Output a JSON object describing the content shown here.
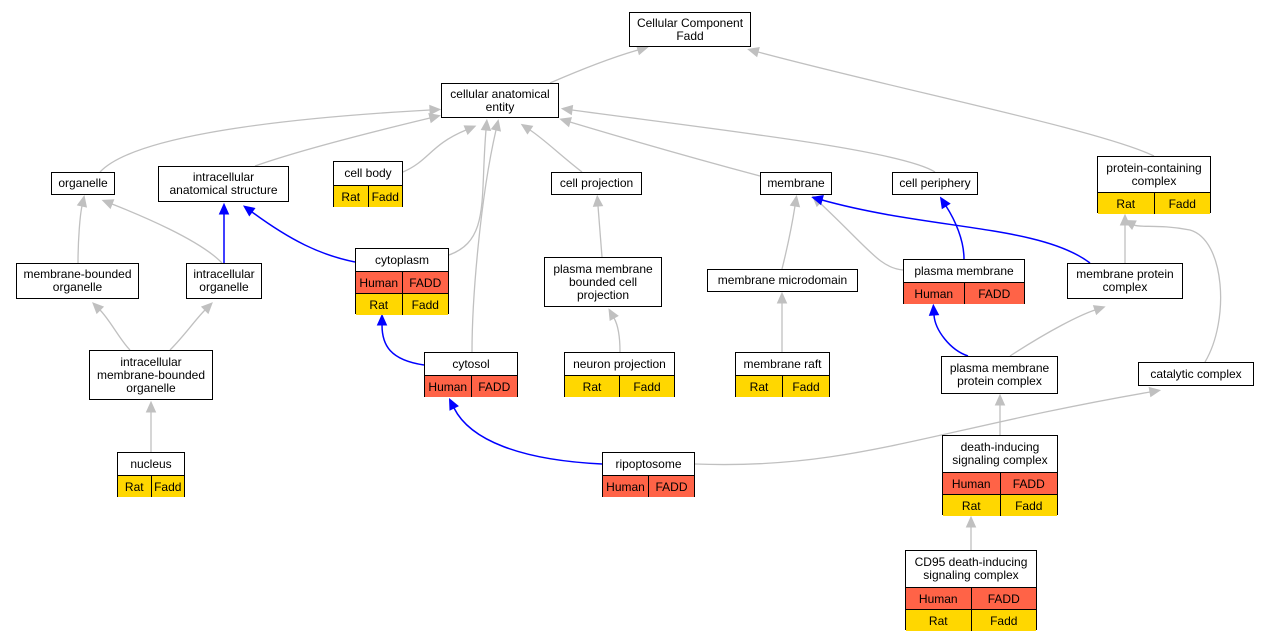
{
  "nodes": [
    {
      "id": "cc",
      "label": "Cellular Component\nFadd",
      "rows": []
    },
    {
      "id": "cae",
      "label": "cellular anatomical\nentity",
      "rows": []
    },
    {
      "id": "organelle",
      "label": "organelle",
      "rows": []
    },
    {
      "id": "ias",
      "label": "intracellular\nanatomical structure",
      "rows": []
    },
    {
      "id": "cellbody",
      "label": "cell body",
      "rows": [
        [
          {
            "text": "Rat",
            "kind": "rat"
          },
          {
            "text": "Fadd",
            "kind": "rat"
          }
        ]
      ]
    },
    {
      "id": "cellproj",
      "label": "cell projection",
      "rows": []
    },
    {
      "id": "membrane",
      "label": "membrane",
      "rows": []
    },
    {
      "id": "cellperiph",
      "label": "cell periphery",
      "rows": []
    },
    {
      "id": "pcc",
      "label": "protein-containing\ncomplex",
      "rows": [
        [
          {
            "text": "Rat",
            "kind": "rat"
          },
          {
            "text": "Fadd",
            "kind": "rat"
          }
        ]
      ]
    },
    {
      "id": "mbo",
      "label": "membrane-bounded\norganelle",
      "rows": []
    },
    {
      "id": "io",
      "label": "intracellular\norganelle",
      "rows": []
    },
    {
      "id": "cytoplasm",
      "label": "cytoplasm",
      "rows": [
        [
          {
            "text": "Human",
            "kind": "human"
          },
          {
            "text": "FADD",
            "kind": "human"
          }
        ],
        [
          {
            "text": "Rat",
            "kind": "rat"
          },
          {
            "text": "Fadd",
            "kind": "rat"
          }
        ]
      ]
    },
    {
      "id": "pmbcp",
      "label": "plasma membrane\nbounded cell\nprojection",
      "rows": []
    },
    {
      "id": "memmicro",
      "label": "membrane microdomain",
      "rows": []
    },
    {
      "id": "pm",
      "label": "plasma membrane",
      "rows": [
        [
          {
            "text": "Human",
            "kind": "human"
          },
          {
            "text": "FADD",
            "kind": "human"
          }
        ]
      ]
    },
    {
      "id": "mpc",
      "label": "membrane protein\ncomplex",
      "rows": []
    },
    {
      "id": "imbo",
      "label": "intracellular\nmembrane-bounded\norganelle",
      "rows": []
    },
    {
      "id": "cytosol",
      "label": "cytosol",
      "rows": [
        [
          {
            "text": "Human",
            "kind": "human"
          },
          {
            "text": "FADD",
            "kind": "human"
          }
        ]
      ]
    },
    {
      "id": "neuronproj",
      "label": "neuron projection",
      "rows": [
        [
          {
            "text": "Rat",
            "kind": "rat"
          },
          {
            "text": "Fadd",
            "kind": "rat"
          }
        ]
      ]
    },
    {
      "id": "memraft",
      "label": "membrane raft",
      "rows": [
        [
          {
            "text": "Rat",
            "kind": "rat"
          },
          {
            "text": "Fadd",
            "kind": "rat"
          }
        ]
      ]
    },
    {
      "id": "pmpc",
      "label": "plasma membrane\nprotein complex",
      "rows": []
    },
    {
      "id": "catcomp",
      "label": "catalytic complex",
      "rows": []
    },
    {
      "id": "nucleus",
      "label": "nucleus",
      "rows": [
        [
          {
            "text": "Rat",
            "kind": "rat"
          },
          {
            "text": "Fadd",
            "kind": "rat"
          }
        ]
      ]
    },
    {
      "id": "ripop",
      "label": "ripoptosome",
      "rows": [
        [
          {
            "text": "Human",
            "kind": "human"
          },
          {
            "text": "FADD",
            "kind": "human"
          }
        ]
      ]
    },
    {
      "id": "disc",
      "label": "death-inducing\nsignaling complex",
      "rows": [
        [
          {
            "text": "Human",
            "kind": "human"
          },
          {
            "text": "FADD",
            "kind": "human"
          }
        ],
        [
          {
            "text": "Rat",
            "kind": "rat"
          },
          {
            "text": "Fadd",
            "kind": "rat"
          }
        ]
      ]
    },
    {
      "id": "cd95",
      "label": "CD95 death-inducing\nsignaling complex",
      "rows": [
        [
          {
            "text": "Human",
            "kind": "human"
          },
          {
            "text": "FADD",
            "kind": "human"
          }
        ],
        [
          {
            "text": "Rat",
            "kind": "rat"
          },
          {
            "text": "Fadd",
            "kind": "rat"
          }
        ]
      ]
    }
  ],
  "edges": [
    {
      "from": "cae",
      "to": "cc",
      "color": "gray"
    },
    {
      "from": "cellperiph",
      "to": "cae",
      "color": "gray"
    },
    {
      "from": "pcc",
      "to": "cc",
      "color": "gray"
    },
    {
      "from": "organelle",
      "to": "cae",
      "color": "gray"
    },
    {
      "from": "ias",
      "to": "cae",
      "color": "gray"
    },
    {
      "from": "cellbody",
      "to": "cae",
      "color": "gray"
    },
    {
      "from": "cytoplasm",
      "to": "cae",
      "color": "gray"
    },
    {
      "from": "cytosol",
      "to": "cae",
      "color": "gray"
    },
    {
      "from": "cellproj",
      "to": "cae",
      "color": "gray"
    },
    {
      "from": "membrane",
      "to": "cae",
      "color": "gray"
    },
    {
      "from": "mbo",
      "to": "organelle",
      "color": "gray"
    },
    {
      "from": "io",
      "to": "organelle",
      "color": "gray"
    },
    {
      "from": "io",
      "to": "ias",
      "color": "blue"
    },
    {
      "from": "cytoplasm",
      "to": "ias",
      "color": "blue"
    },
    {
      "from": "imbo",
      "to": "mbo",
      "color": "gray"
    },
    {
      "from": "imbo",
      "to": "io",
      "color": "gray"
    },
    {
      "from": "nucleus",
      "to": "imbo",
      "color": "gray"
    },
    {
      "from": "cytosol",
      "to": "cytoplasm",
      "color": "blue"
    },
    {
      "from": "ripop",
      "to": "cytosol",
      "color": "blue"
    },
    {
      "from": "ripop",
      "to": "catcomp",
      "color": "gray"
    },
    {
      "from": "pmbcp",
      "to": "cellproj",
      "color": "gray"
    },
    {
      "from": "neuronproj",
      "to": "pmbcp",
      "color": "gray"
    },
    {
      "from": "memmicro",
      "to": "membrane",
      "color": "gray"
    },
    {
      "from": "memraft",
      "to": "memmicro",
      "color": "gray"
    },
    {
      "from": "pm",
      "to": "membrane",
      "color": "gray"
    },
    {
      "from": "mpc",
      "to": "membrane",
      "color": "blue"
    },
    {
      "from": "pm",
      "to": "cellperiph",
      "color": "blue"
    },
    {
      "from": "mpc",
      "to": "pcc",
      "color": "gray"
    },
    {
      "from": "catcomp",
      "to": "pcc",
      "color": "gray"
    },
    {
      "from": "pmpc",
      "to": "pm",
      "color": "blue"
    },
    {
      "from": "pmpc",
      "to": "mpc",
      "color": "gray"
    },
    {
      "from": "disc",
      "to": "pmpc",
      "color": "gray"
    },
    {
      "from": "cd95",
      "to": "disc",
      "color": "gray"
    }
  ]
}
